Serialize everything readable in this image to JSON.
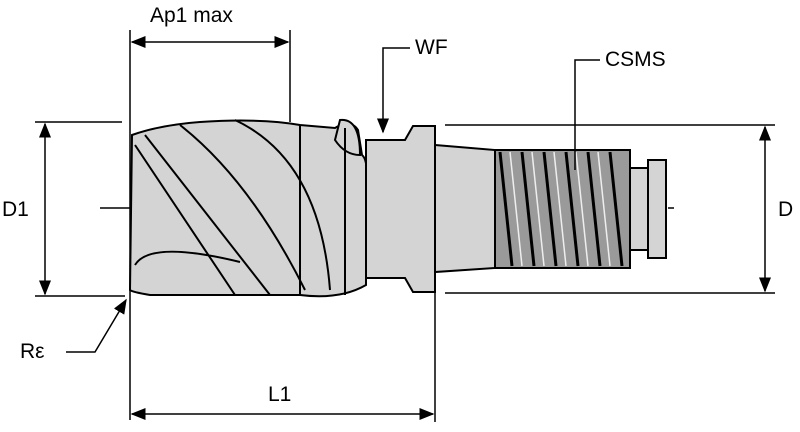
{
  "title": "End mill head dimension drawing",
  "labels": {
    "ap1_max": "Ap1 max",
    "wf": "WF",
    "csms": "CSMS",
    "d1": "D1",
    "d": "D",
    "r_epsilon": "Rε",
    "l1": "L1"
  },
  "colors": {
    "body_fill": "#d4d4d4",
    "line": "#000000",
    "thread_dark": "#3a3a3a"
  }
}
